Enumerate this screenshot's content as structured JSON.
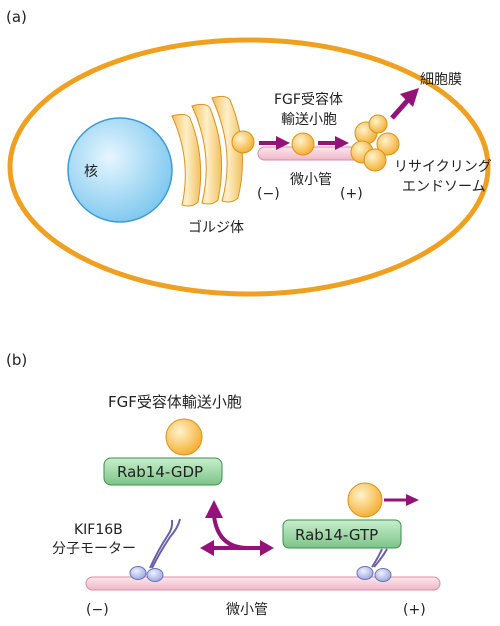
{
  "panel_a": {
    "label": "(a)",
    "nucleus": "核",
    "golgi": "ゴルジ体",
    "vesicle_line1": "FGF受容体",
    "vesicle_line2": "輸送小胞",
    "membrane": "細胞膜",
    "microtubule": "微小管",
    "minus": "(−)",
    "plus": "(+)",
    "endosome_line1": "リサイクリング",
    "endosome_line2": "エンドソーム"
  },
  "panel_b": {
    "label": "(b)",
    "vesicle": "FGF受容体輸送小胞",
    "rab_gdp": "Rab14-GDP",
    "rab_gtp": "Rab14-GTP",
    "motor_line1": "KIF16B",
    "motor_line2": "分子モーター",
    "microtubule": "微小管",
    "minus": "(−)",
    "plus": "(+)"
  },
  "colors": {
    "cell_outline": "#f0a020",
    "nucleus": "#7fc8ef",
    "vesicle": "#f7b840",
    "microtubule": "#f4c8d4",
    "arrow": "#93137a",
    "rab_green": "#8fd098",
    "motor_purple": "#6a60a8",
    "motor_head": "#b8c2ea"
  }
}
